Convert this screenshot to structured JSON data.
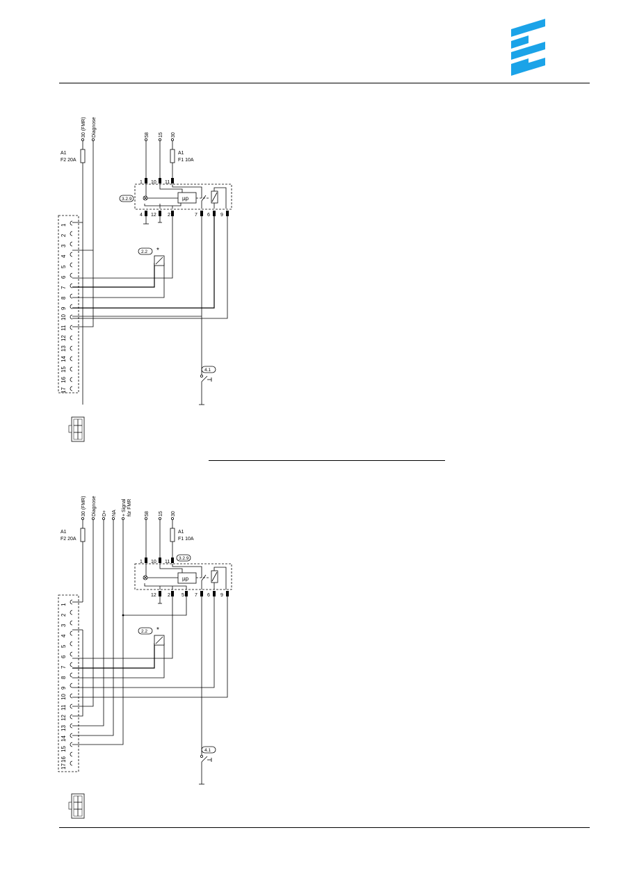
{
  "brand": {
    "logo_color": "#1ba3e8"
  },
  "diagram_top": {
    "supply_labels": [
      "30 (FMR)",
      "Diagnose"
    ],
    "fuse_left": {
      "line1": "A1",
      "line2": "F2 20A"
    },
    "fuse_right": {
      "line1": "A1",
      "line2": "F1 10A"
    },
    "top_terminals": [
      "58",
      "15",
      "30"
    ],
    "ctrl_pins_top": [
      "1",
      "10",
      "11"
    ],
    "ctrl_pins_bottom": [
      "4",
      "12",
      "2",
      "7",
      "6",
      "9"
    ],
    "ctrl_ref": "3.2.9",
    "ctrl_label": "µp",
    "sensor_ref": "2.2",
    "switch_ref": "4.1",
    "star": "*",
    "connector_pins": [
      "1",
      "2",
      "3",
      "4",
      "5",
      "6",
      "7",
      "8",
      "9",
      "10",
      "11",
      "12",
      "13",
      "14",
      "15",
      "16",
      "17",
      "18"
    ]
  },
  "diagram_bottom": {
    "supply_labels": [
      "30 (FMR)",
      "Diagnose",
      "D+",
      "NA",
      "+ Signal",
      "für FMR"
    ],
    "fuse_left": {
      "line1": "A1",
      "line2": "F2 20A"
    },
    "fuse_right": {
      "line1": "A1",
      "line2": "F1 10A"
    },
    "top_terminals": [
      "58",
      "15",
      "30"
    ],
    "ctrl_pins_top": [
      "1",
      "10",
      "11"
    ],
    "ctrl_pins_bottom": [
      "12",
      "2",
      "5",
      "7",
      "6",
      "9"
    ],
    "ctrl_ref": "3.2.9",
    "ctrl_label": "µp",
    "sensor_ref": "2.2",
    "switch_ref": "4.1",
    "star": "*",
    "connector_pins": [
      "1",
      "2",
      "3",
      "4",
      "5",
      "6",
      "7",
      "8",
      "9",
      "10",
      "11",
      "12",
      "13",
      "14",
      "15",
      "16",
      "17",
      "18"
    ]
  }
}
